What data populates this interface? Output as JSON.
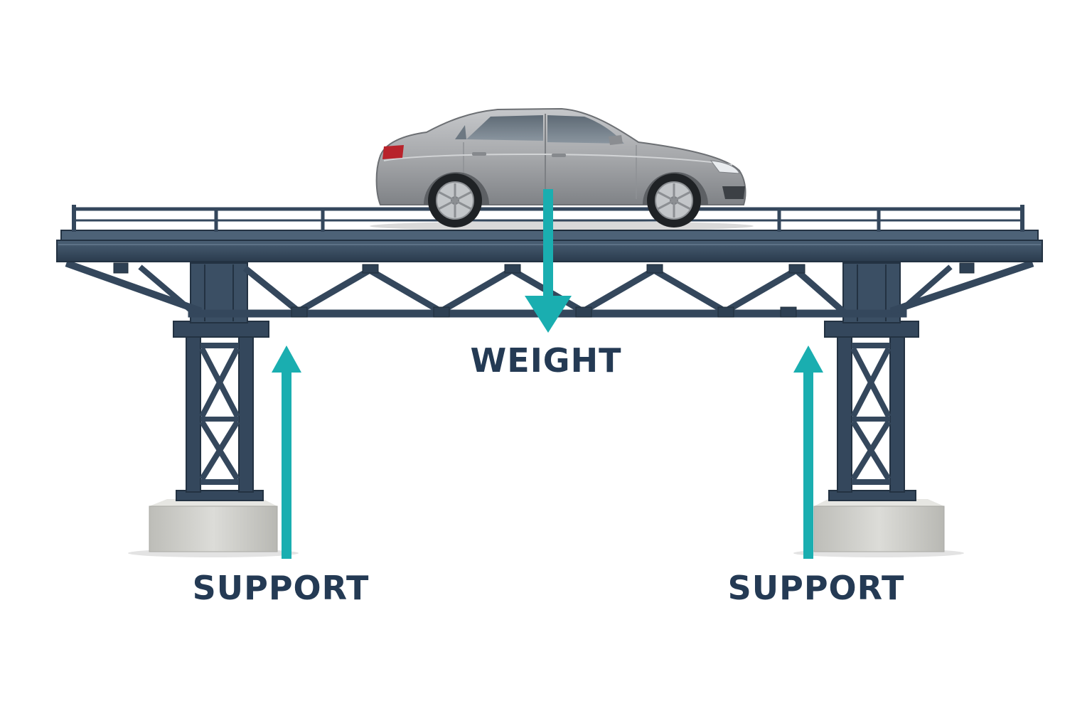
{
  "labels": {
    "weight": "WEIGHT",
    "support_left": "SUPPORT",
    "support_right": "SUPPORT"
  },
  "colors": {
    "steel": "#34475c",
    "steel_dark": "#233242",
    "steel_light": "#4d6277",
    "arrow": "#1aaeb0",
    "label_text": "#243a54",
    "car_body": "#a5a7aa",
    "concrete": "#cfcfcb"
  },
  "icons": {
    "load": "car-icon",
    "down_force": "arrow-down-icon",
    "up_force": "arrow-up-icon"
  }
}
